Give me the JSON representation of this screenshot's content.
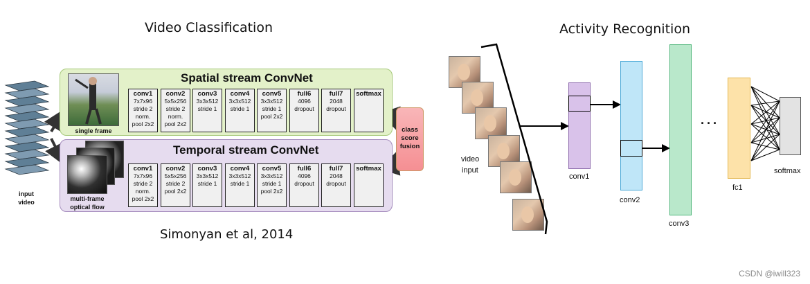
{
  "left": {
    "title": "Video Classification",
    "citation": "Simonyan et al, 2014",
    "input_label_1": "input",
    "input_label_2": "video",
    "spatial": {
      "title": "Spatial stream ConvNet",
      "image_label": "single frame",
      "color": "#e3f1c9"
    },
    "temporal": {
      "title": "Temporal stream ConvNet",
      "image_label_1": "multi-frame",
      "image_label_2": "optical flow",
      "color": "#e6dcef"
    },
    "layers": [
      {
        "name": "conv1",
        "lines": [
          "7x7x96",
          "stride 2",
          "norm.",
          "pool 2x2"
        ]
      },
      {
        "name": "conv2",
        "lines": [
          "5x5x256",
          "stride 2",
          "norm.",
          "pool 2x2"
        ]
      },
      {
        "name": "conv3",
        "lines": [
          "3x3x512",
          "stride 1"
        ]
      },
      {
        "name": "conv4",
        "lines": [
          "3x3x512",
          "stride 1"
        ]
      },
      {
        "name": "conv5",
        "lines": [
          "3x3x512",
          "stride 1",
          "pool 2x2"
        ]
      },
      {
        "name": "full6",
        "lines": [
          "4096",
          "dropout"
        ]
      },
      {
        "name": "full7",
        "lines": [
          "2048",
          "dropout"
        ]
      },
      {
        "name": "softmax",
        "lines": []
      }
    ],
    "temporal_layers": [
      {
        "name": "conv1",
        "lines": [
          "7x7x96",
          "stride 2",
          "norm.",
          "pool 2x2"
        ]
      },
      {
        "name": "conv2",
        "lines": [
          "5x5x256",
          "stride 2",
          "pool 2x2"
        ]
      },
      {
        "name": "conv3",
        "lines": [
          "3x3x512",
          "stride 1"
        ]
      },
      {
        "name": "conv4",
        "lines": [
          "3x3x512",
          "stride 1"
        ]
      },
      {
        "name": "conv5",
        "lines": [
          "3x3x512",
          "stride 1",
          "pool 2x2"
        ]
      },
      {
        "name": "full6",
        "lines": [
          "4096",
          "dropout"
        ]
      },
      {
        "name": "full7",
        "lines": [
          "2048",
          "dropout"
        ]
      },
      {
        "name": "softmax",
        "lines": []
      }
    ],
    "fusion": [
      "class",
      "score",
      "fusion"
    ]
  },
  "right": {
    "title": "Activity Recognition",
    "video_label_1": "video",
    "video_label_2": "input",
    "ellipsis": "· · ·",
    "layers": {
      "conv1": {
        "label": "conv1",
        "color": "#d9c2ea"
      },
      "conv2": {
        "label": "conv2",
        "color": "#bfe6f8"
      },
      "conv3": {
        "label": "conv3",
        "color": "#b9e8cb"
      },
      "fc1": {
        "label": "fc1",
        "color": "#fde2a9"
      },
      "softmax": {
        "label": "softmax",
        "color": "#e3e3e3"
      }
    }
  },
  "watermark": "CSDN @iwill323"
}
